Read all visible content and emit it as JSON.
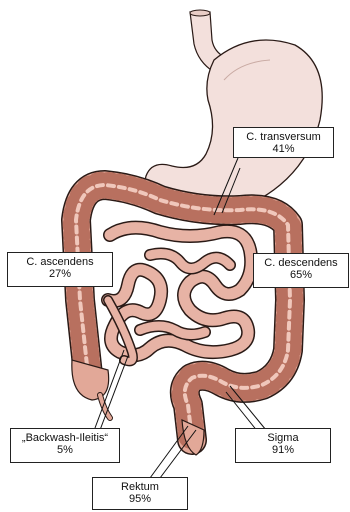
{
  "labels": {
    "transversum": {
      "name": "C. transversum",
      "value": "41%"
    },
    "ascendens": {
      "name": "C. ascendens",
      "value": "27%"
    },
    "descendens": {
      "name": "C. descendens",
      "value": "65%"
    },
    "backwash": {
      "name": "„Backwash-Ileitis“",
      "value": "5%"
    },
    "sigma": {
      "name": "Sigma",
      "value": "91%"
    },
    "rektum": {
      "name": "Rektum",
      "value": "95%"
    }
  },
  "colors": {
    "stomach": "#f3e0dc",
    "colon": "#e2a898",
    "colon_dark": "#b8705f",
    "intestine": "#e7b3a5",
    "outline": "#2a1a16"
  }
}
